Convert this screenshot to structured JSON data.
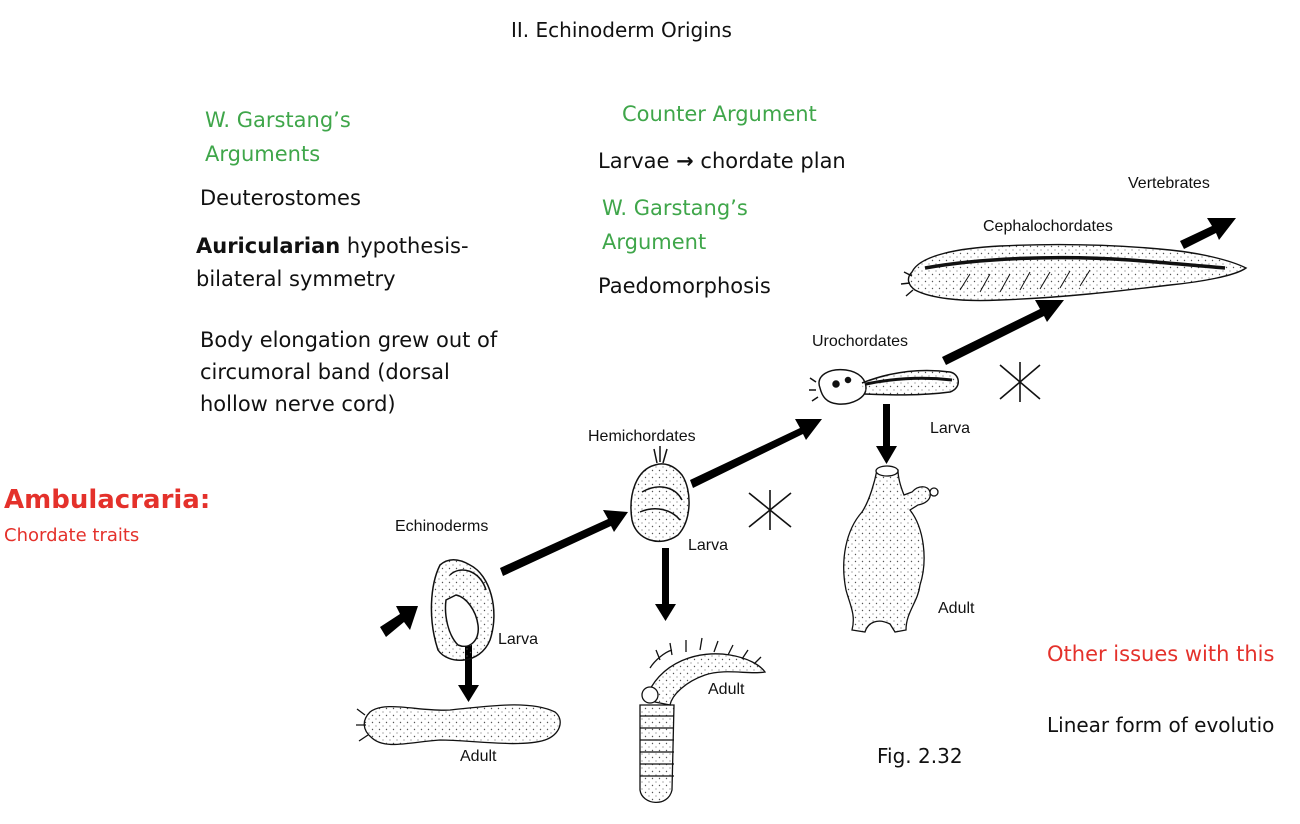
{
  "title": "II. Echinoderm Origins",
  "left": {
    "heading_line1": "W. Garstang’s",
    "heading_line2": "Arguments",
    "deuterostomes": "Deuterostomes",
    "auricularian_bold": "Auricularian",
    "auricularian_rest": " hypothesis-",
    "bilateral": "bilateral  symmetry",
    "body_line1": "Body elongation grew out of",
    "body_line2": "circumoral band (dorsal",
    "body_line3": "hollow nerve cord)"
  },
  "middle": {
    "counter_heading": "Counter Argument",
    "larvae_pre": "Larvae",
    "larvae_arrow": "→",
    "larvae_post": "chordate plan",
    "garstang_line1": "W. Garstang’s",
    "garstang_line2": "Argument",
    "paedomorphosis": "Paedomorphosis"
  },
  "ambulacraria": {
    "title": "Ambulacraria:",
    "subtitle": "Chordate traits"
  },
  "right": {
    "other_issues": "Other issues with this",
    "linear_form": "Linear form of evolutio"
  },
  "figure": {
    "vertebrates": "Vertebrates",
    "cephalochordates": "Cephalochordates",
    "urochordates": "Urochordates",
    "uro_larva": "Larva",
    "uro_adult": "Adult",
    "hemichordates": "Hemichordates",
    "hemi_larva": "Larva",
    "hemi_adult": "Adult",
    "echinoderms": "Echinoderms",
    "echino_larva": "Larva",
    "echino_adult": "Adult",
    "caption": "Fig. 2.32"
  }
}
